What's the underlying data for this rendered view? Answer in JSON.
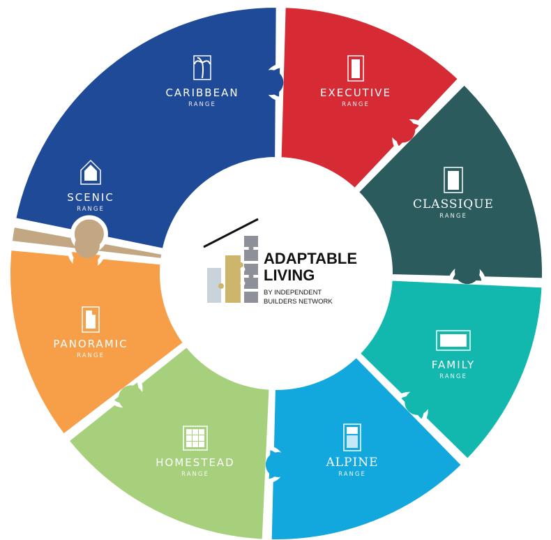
{
  "center": {
    "title_line1": "ADAPTABLE",
    "title_line2": "LIVING",
    "sub_line1": "BY INDEPENDENT",
    "sub_line2": "BUILDERS NETWORK"
  },
  "ranges": [
    {
      "id": "caribbean",
      "name": "CARIBBEAN",
      "sub": "RANGE",
      "color": "#1f4a97",
      "icon": "palm-tree-icon"
    },
    {
      "id": "executive",
      "name": "EXECUTIVE",
      "sub": "RANGE",
      "color": "#d62a35",
      "icon": "door-icon"
    },
    {
      "id": "classique",
      "name": "CLASSIQUE",
      "sub": "RANGE",
      "color": "#2b5b5d",
      "icon": "panel-door-icon"
    },
    {
      "id": "family",
      "name": "FAMILY",
      "sub": "RANGE",
      "color": "#12b7ad",
      "icon": "window-icon"
    },
    {
      "id": "alpine",
      "name": "ALPINE",
      "sub": "RANGE",
      "color": "#12a7dd",
      "icon": "shutter-icon"
    },
    {
      "id": "homestead",
      "name": "HOMESTEAD",
      "sub": "RANGE",
      "color": "#a6d07c",
      "icon": "grid-window-icon"
    },
    {
      "id": "panoramic",
      "name": "PANORAMIC",
      "sub": "RANGE",
      "color": "#f69f48",
      "icon": "notched-door-icon"
    },
    {
      "id": "scenic",
      "name": "SCENIC",
      "sub": "RANGE",
      "color": "#c3a783",
      "icon": "house-icon"
    }
  ],
  "logo_colors": {
    "dark": "#8e9099",
    "gold": "#cdb56c",
    "light": "#c9d3dc",
    "line": "#111111"
  }
}
